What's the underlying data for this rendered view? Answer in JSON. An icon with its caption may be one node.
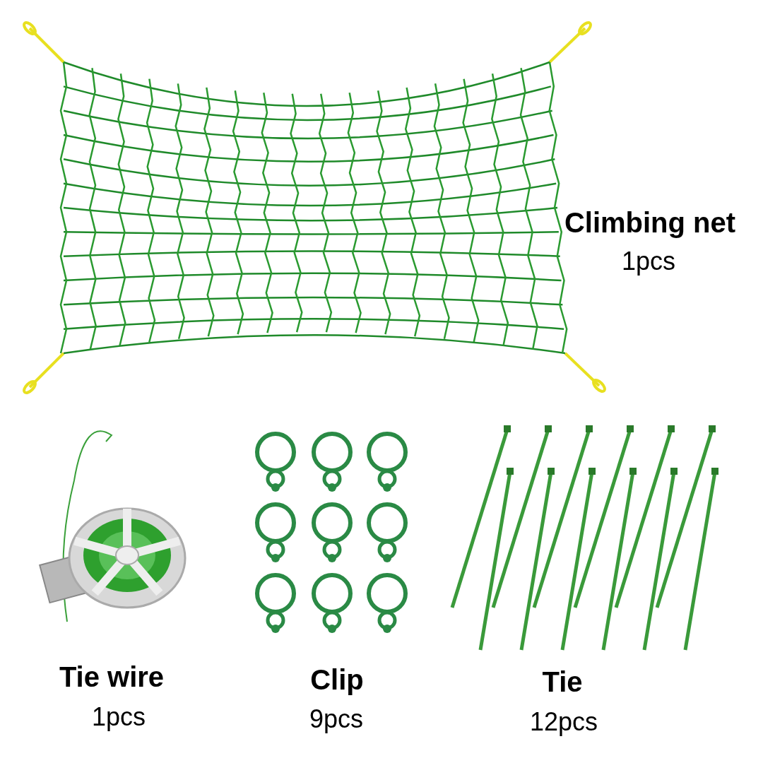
{
  "diagram": {
    "labels": [
      "Climbing net",
      "1pcs",
      "Tie wire",
      "1pcs",
      "Clip",
      "9pcs",
      "Tie",
      "12pcs"
    ]
  }
}
